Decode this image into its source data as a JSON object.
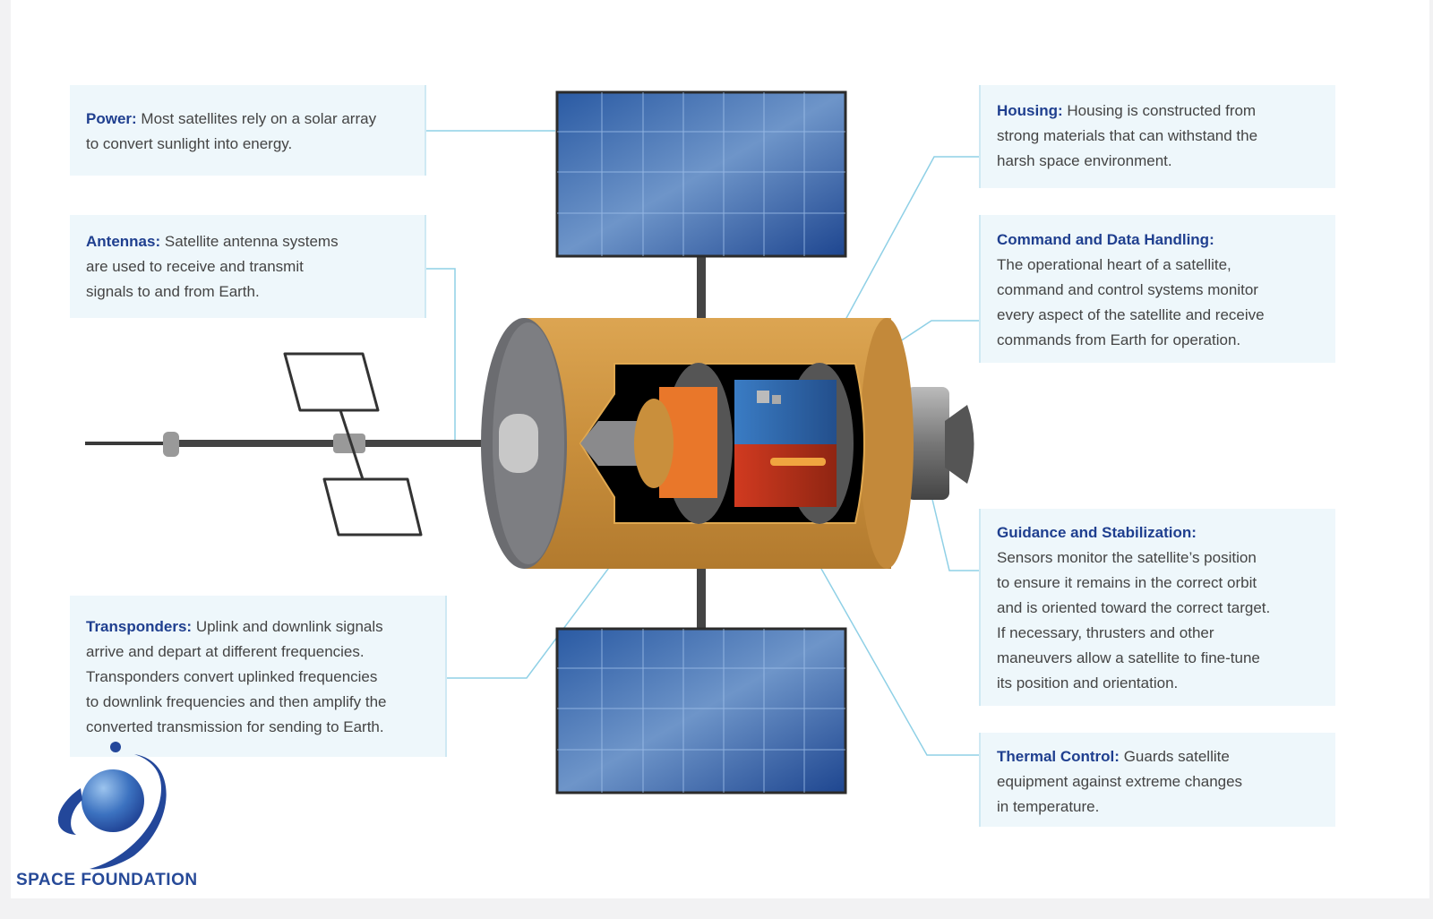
{
  "callouts": {
    "power": {
      "title": "Power:",
      "lines": [
        "Most satellites rely on a solar array",
        "to convert sunlight into energy."
      ]
    },
    "antennas": {
      "title": "Antennas:",
      "lines": [
        "Satellite antenna systems",
        "are used to receive and transmit",
        "signals to and from Earth."
      ]
    },
    "transponders": {
      "title": "Transponders:",
      "lines": [
        "Uplink and downlink signals",
        "arrive and depart at different frequencies.",
        "Transponders convert uplinked frequencies",
        "to downlink frequencies and then amplify the",
        "converted transmission for sending to Earth."
      ]
    },
    "housing": {
      "title": "Housing:",
      "lines": [
        "Housing is constructed from",
        "strong materials that can withstand the",
        "harsh space environment."
      ]
    },
    "cdh": {
      "title": "Command and Data Handling:",
      "lines": [
        "The operational heart of a satellite,",
        "command and control systems monitor",
        "every aspect of the satellite and receive",
        "commands from Earth for operation."
      ]
    },
    "guidance": {
      "title": "Guidance and Stabilization:",
      "lines": [
        "Sensors monitor the satellite’s position",
        "to ensure it remains in the correct orbit",
        "and is oriented toward the correct target.",
        "If necessary, thrusters and other",
        "maneuvers allow a satellite to fine-tune",
        "its position and orientation."
      ]
    },
    "thermal": {
      "title": "Thermal Control:",
      "lines": [
        "Guards satellite",
        "equipment against extreme changes",
        "in temperature."
      ]
    }
  },
  "logo": {
    "text": "SPACE FOUNDATION"
  },
  "colors": {
    "title": "#1f3f8f",
    "leader": "#8fd0e6",
    "housing": "#d9a04a",
    "panel": "#2f5fa8"
  }
}
